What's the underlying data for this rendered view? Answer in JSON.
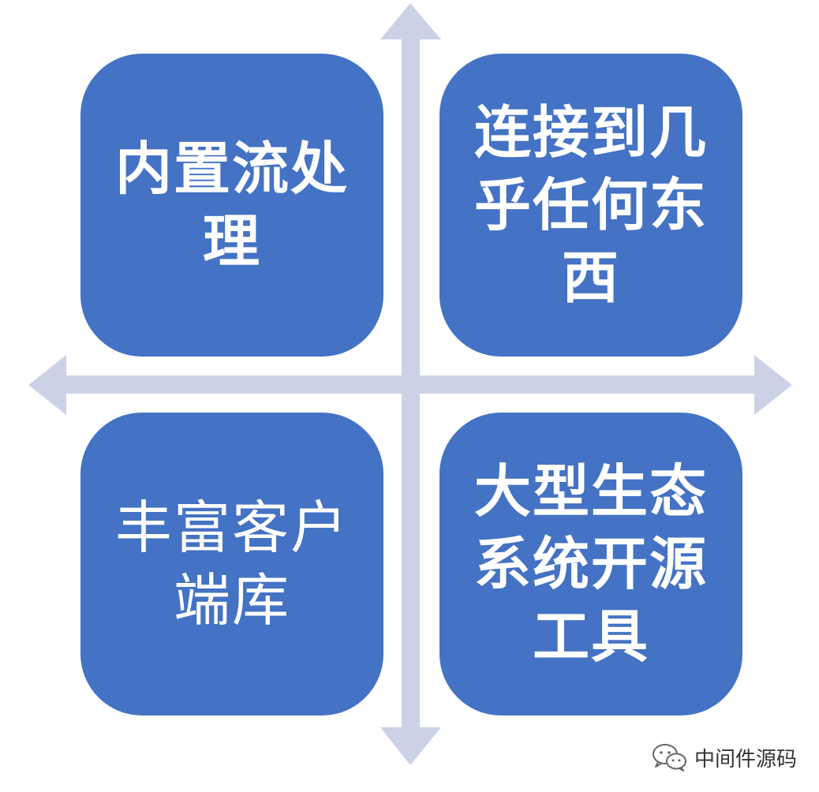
{
  "colors": {
    "box_fill": "#4472c4",
    "axis_fill": "#ccd2e6",
    "text": "#ffffff"
  },
  "quadrants": {
    "top_left": {
      "lines": [
        "内置流处",
        "理"
      ]
    },
    "top_right": {
      "lines": [
        "连接到几",
        "乎任何东",
        "西"
      ]
    },
    "bottom_left": {
      "lines": [
        "丰富客户",
        "端库"
      ]
    },
    "bottom_right": {
      "lines": [
        "大型生态",
        "系统开源",
        "工具"
      ]
    }
  },
  "watermark": {
    "icon": "wechat-icon",
    "text": "中间件源码"
  }
}
